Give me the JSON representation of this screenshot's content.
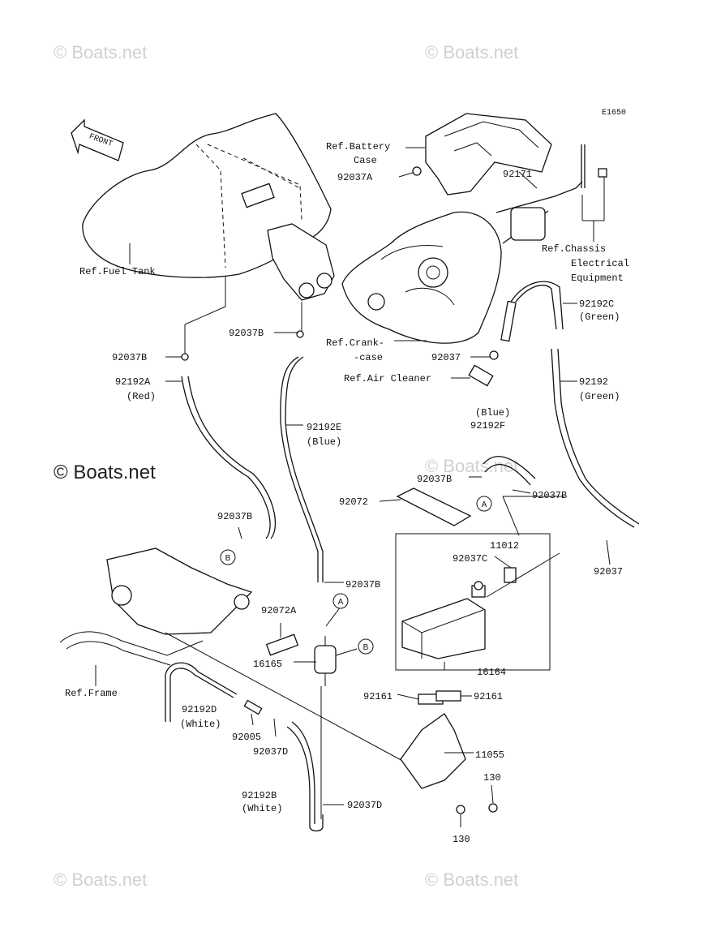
{
  "watermark": "© Boats.net",
  "diagram_code": "E1650",
  "front_arrow_label": "FRONT",
  "labels": {
    "ref_battery_case_1": "Ref.Battery",
    "ref_battery_case_2": "Case",
    "p92037A": "92037A",
    "p92171": "92171",
    "ref_chassis_1": "Ref.Chassis",
    "ref_chassis_2": "Electrical",
    "ref_chassis_3": "Equipment",
    "ref_fuel_tank": "Ref.Fuel Tank",
    "p92192C": "92192C",
    "green_1": "(Green)",
    "p92037B_top": "92037B",
    "ref_crankcase_1": "Ref.Crank-",
    "ref_crankcase_2": "-case",
    "p92037B_left": "92037B",
    "p92037_mid": "92037",
    "ref_air_cleaner": "Ref.Air Cleaner",
    "p92192A": "92192A",
    "red": "(Red)",
    "p92192": "92192",
    "green_2": "(Green)",
    "p92192E": "92192E",
    "blue_e": "(Blue)",
    "blue_f": "(Blue)",
    "p92192F": "92192F",
    "p92037B_f": "92037B",
    "p92037B_right": "92037B",
    "p92072": "92072",
    "p92037B_lower_left": "92037B",
    "p11012": "11012",
    "p92037C": "92037C",
    "p92037_right": "92037",
    "p92037B_center": "92037B",
    "p92072A": "92072A",
    "p16165": "16165",
    "p16164": "16164",
    "ref_frame": "Ref.Frame",
    "p92192D": "92192D",
    "white_d": "(White)",
    "p92161_left": "92161",
    "p92161_right": "92161",
    "p92005": "92005",
    "p92037D_top": "92037D",
    "p11055": "11055",
    "p130_top": "130",
    "p92192B": "92192B",
    "white_b": "(White)",
    "p92037D_bottom": "92037D",
    "p130_bottom": "130"
  },
  "callouts": {
    "A": "A",
    "B": "B"
  }
}
